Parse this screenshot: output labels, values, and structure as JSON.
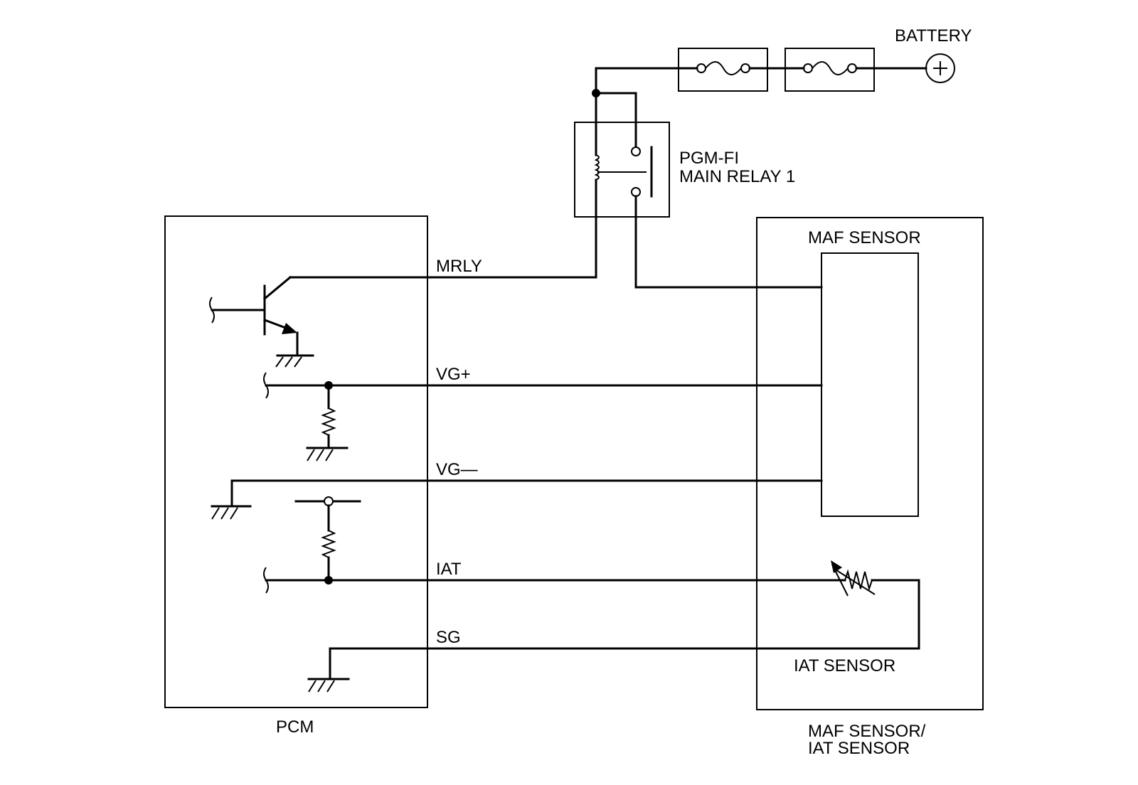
{
  "labels": {
    "battery": "BATTERY",
    "relay_line1": "PGM-FI",
    "relay_line2": "MAIN RELAY 1",
    "maf_sensor": "MAF SENSOR",
    "pcm": "PCM",
    "iat_sensor": "IAT SENSOR",
    "maf_iat_line1": "MAF SENSOR/",
    "maf_iat_line2": "IAT SENSOR"
  },
  "signals": {
    "mrly": "MRLY",
    "vg_plus": "VG+",
    "vg_minus": "VG—",
    "iat": "IAT",
    "sg": "SG"
  }
}
